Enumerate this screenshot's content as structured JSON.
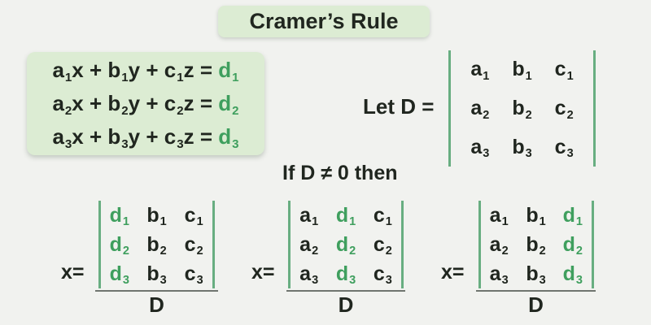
{
  "colors": {
    "bg": "#f1f2ef",
    "box": "#dcecd3",
    "ink": "#20261f",
    "green": "#3f9f5e",
    "bar": "#68ae81",
    "line": "#6f756f"
  },
  "title": "Cramer’s Rule",
  "equations": {
    "lines": [
      {
        "p1": "a",
        "p2": "x + b",
        "p3": "y + c",
        "p4": "z = ",
        "d": "d",
        "n": "1"
      },
      {
        "p1": "a",
        "p2": "x + b",
        "p3": "y + c",
        "p4": "z = ",
        "d": "d",
        "n": "2"
      },
      {
        "p1": "a",
        "p2": "x + b",
        "p3": "y + c",
        "p4": "z = ",
        "d": "d",
        "n": "3"
      }
    ]
  },
  "let_d": {
    "label": "Let D =",
    "matrix": [
      [
        {
          "b": "a",
          "s": "1"
        },
        {
          "b": "b",
          "s": "1"
        },
        {
          "b": "c",
          "s": "1"
        }
      ],
      [
        {
          "b": "a",
          "s": "2"
        },
        {
          "b": "b",
          "s": "2"
        },
        {
          "b": "c",
          "s": "2"
        }
      ],
      [
        {
          "b": "a",
          "s": "3"
        },
        {
          "b": "b",
          "s": "3"
        },
        {
          "b": "c",
          "s": "3"
        }
      ]
    ]
  },
  "condition": "If D ≠ 0 then",
  "fractions": [
    {
      "label": "x=",
      "denominator": "D",
      "matrix": [
        [
          {
            "b": "d",
            "s": "1"
          },
          {
            "b": "b",
            "s": "1"
          },
          {
            "b": "c",
            "s": "1"
          }
        ],
        [
          {
            "b": "d",
            "s": "2"
          },
          {
            "b": "b",
            "s": "2"
          },
          {
            "b": "c",
            "s": "2"
          }
        ],
        [
          {
            "b": "d",
            "s": "3"
          },
          {
            "b": "b",
            "s": "3"
          },
          {
            "b": "c",
            "s": "3"
          }
        ]
      ]
    },
    {
      "label": "x=",
      "denominator": "D",
      "matrix": [
        [
          {
            "b": "a",
            "s": "1"
          },
          {
            "b": "d",
            "s": "1"
          },
          {
            "b": "c",
            "s": "1"
          }
        ],
        [
          {
            "b": "a",
            "s": "2"
          },
          {
            "b": "d",
            "s": "2"
          },
          {
            "b": "c",
            "s": "2"
          }
        ],
        [
          {
            "b": "a",
            "s": "3"
          },
          {
            "b": "d",
            "s": "3"
          },
          {
            "b": "c",
            "s": "3"
          }
        ]
      ]
    },
    {
      "label": "x=",
      "denominator": "D",
      "matrix": [
        [
          {
            "b": "a",
            "s": "1"
          },
          {
            "b": "b",
            "s": "1"
          },
          {
            "b": "d",
            "s": "1"
          }
        ],
        [
          {
            "b": "a",
            "s": "2"
          },
          {
            "b": "b",
            "s": "2"
          },
          {
            "b": "d",
            "s": "2"
          }
        ],
        [
          {
            "b": "a",
            "s": "3"
          },
          {
            "b": "b",
            "s": "3"
          },
          {
            "b": "d",
            "s": "3"
          }
        ]
      ]
    }
  ]
}
